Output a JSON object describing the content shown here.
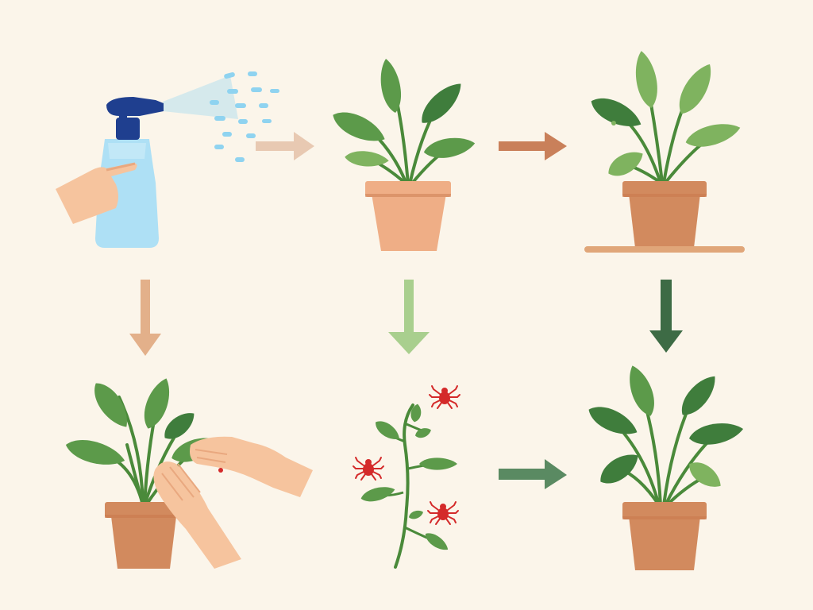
{
  "title": "",
  "colors": {
    "background": "#fbf5ea",
    "leaf_dark": "#3f7d3c",
    "leaf_mid": "#5c9a4a",
    "leaf_light": "#7fb35f",
    "stem": "#4a8a3a",
    "pot": "#d28a5e",
    "pot_light": "#efae86",
    "pot_rim": "#c97a4e",
    "shelf": "#e0a679",
    "skin": "#f6c49e",
    "skin_shadow": "#e9a87f",
    "bottle": "#aee0f5",
    "bottle_cap": "#1f3f8f",
    "spray": "#8fd3f0",
    "mite": "#d42a2a",
    "arrow_beige": "#e8c9b2",
    "arrow_terracotta": "#c9805a",
    "arrow_tan": "#e3b08a",
    "arrow_light_green": "#a9cf8e",
    "arrow_dark_green": "#3d6b45",
    "arrow_green_gray": "#5a8a62"
  },
  "panels": [
    {
      "id": "spray",
      "icons": [
        "spray-bottle-icon",
        "hand-icon",
        "water-mist-icon"
      ]
    },
    {
      "id": "potted-plant",
      "icons": [
        "potted-plant-icon"
      ]
    },
    {
      "id": "plant-on-shelf",
      "icons": [
        "potted-plant-icon",
        "shelf-icon"
      ]
    },
    {
      "id": "wipe-leaves",
      "icons": [
        "potted-plant-icon",
        "hands-icon"
      ]
    },
    {
      "id": "spider-mites",
      "icons": [
        "stem-icon",
        "spider-mite-icon"
      ]
    },
    {
      "id": "healthy-plant",
      "icons": [
        "potted-plant-icon"
      ]
    }
  ],
  "arrows": [
    {
      "from": "spray",
      "to": "potted-plant",
      "direction": "right",
      "color": "arrow_beige"
    },
    {
      "from": "potted-plant",
      "to": "plant-on-shelf",
      "direction": "right",
      "color": "arrow_terracotta"
    },
    {
      "from": "spray",
      "to": "wipe-leaves",
      "direction": "down",
      "color": "arrow_tan"
    },
    {
      "from": "potted-plant",
      "to": "spider-mites",
      "direction": "down",
      "color": "arrow_light_green"
    },
    {
      "from": "plant-on-shelf",
      "to": "healthy-plant",
      "direction": "down",
      "color": "arrow_dark_green"
    },
    {
      "from": "spider-mites",
      "to": "healthy-plant",
      "direction": "right",
      "color": "arrow_green_gray"
    }
  ]
}
